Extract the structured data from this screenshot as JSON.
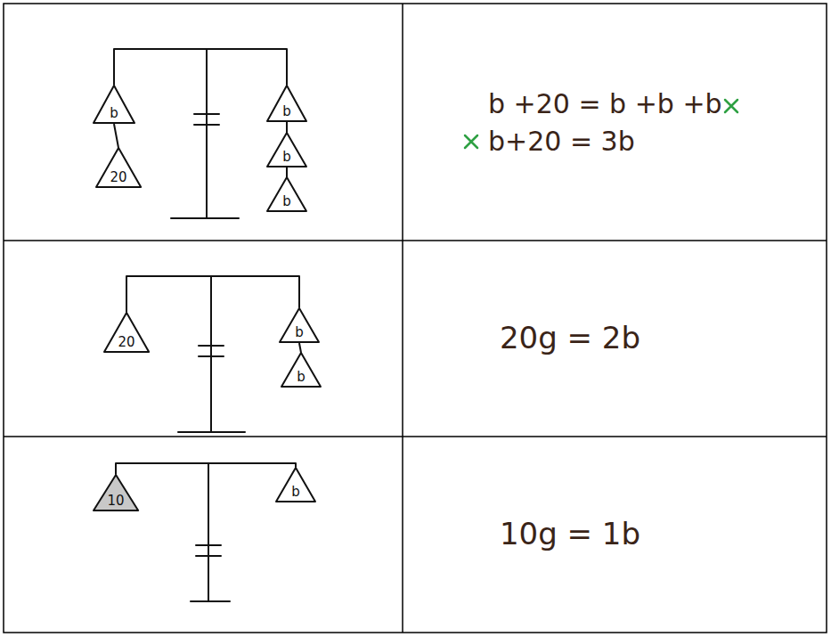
{
  "diagram": {
    "nodes": [
      {
        "text": [
          "b"
        ]
      },
      {
        "text": [
          "20"
        ]
      },
      {
        "text": [
          "b"
        ]
      },
      {
        "text": [
          "b"
        ]
      },
      {
        "text": [
          "b"
        ]
      },
      {
        "text": [
          "20"
        ]
      },
      {
        "text": [
          "b"
        ]
      },
      {
        "text": [
          "b"
        ]
      },
      {
        "text": [
          "10"
        ]
      },
      {
        "text": [
          "b"
        ]
      }
    ],
    "edges": [
      {
        "from": 0,
        "to": 1,
        "arrow": "none"
      },
      {
        "from": 2,
        "to": 3,
        "arrow": "none"
      },
      {
        "from": 3,
        "to": 4,
        "arrow": "none"
      },
      {
        "from": 6,
        "to": 7,
        "arrow": "none"
      }
    ],
    "labels": [
      "b +20 = b +b +b",
      "b+20 = 3b",
      "20g = 2b",
      "10g = 1b"
    ]
  }
}
